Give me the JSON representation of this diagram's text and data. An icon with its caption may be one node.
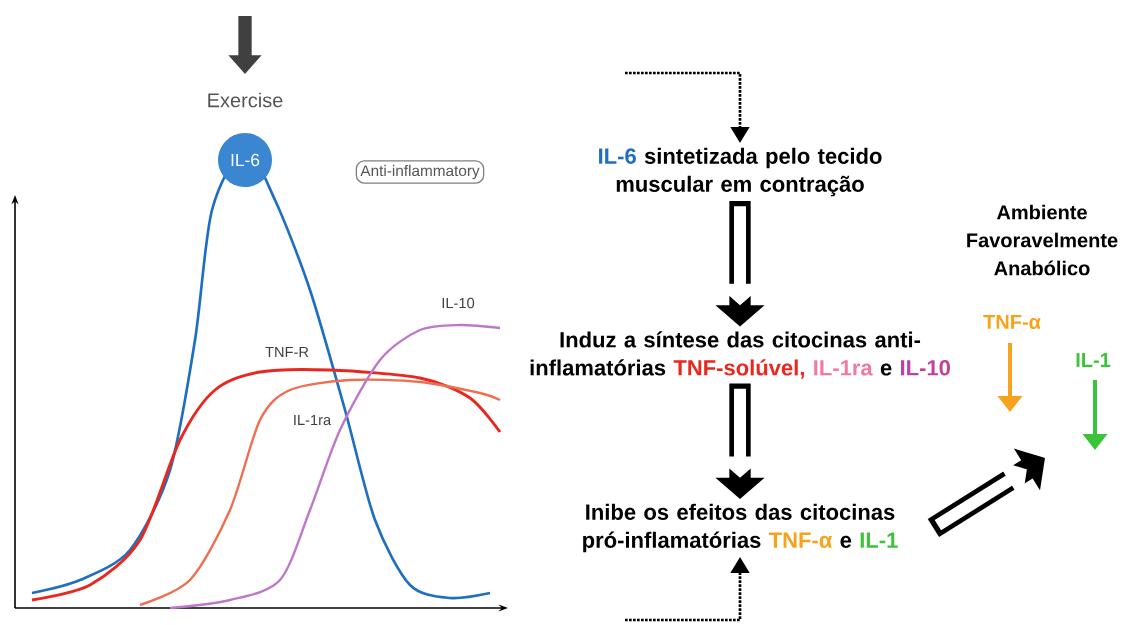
{
  "diagram": {
    "nodes": [
      {
        "text": [
          "Exercise"
        ]
      },
      {
        "text": [
          "IL-6"
        ]
      },
      {
        "text": [
          "Anti-inflammatory"
        ]
      },
      {
        "text": [
          "IL-6",
          "sintetizada pelo tecido muscular em contração"
        ]
      },
      {
        "text": [
          "Induz a síntese das citocinas anti-inflamatórias",
          "TNF-solúvel,",
          "IL-1ra",
          "e",
          "IL-10"
        ]
      },
      {
        "text": [
          "Inibe os efeitos das citocinas pró-inflamatórias",
          "TNF-α",
          "e",
          "IL-1"
        ]
      },
      {
        "text": [
          "Ambiente Favoravelmente Anabólico"
        ]
      },
      {
        "text": [
          "TNF-α"
        ]
      },
      {
        "text": [
          "IL-1"
        ]
      }
    ],
    "edges": [
      {
        "from": null,
        "to": 3,
        "arrow": "to",
        "style": "dashed"
      },
      {
        "from": 3,
        "to": 4,
        "arrow": "to"
      },
      {
        "from": 4,
        "to": 5,
        "arrow": "to"
      },
      {
        "from": null,
        "to": 5,
        "arrow": "to",
        "style": "dashed"
      },
      {
        "from": 5,
        "to": null,
        "arrow": "to"
      }
    ],
    "labels": [
      "TNF-R",
      "IL-1ra",
      "IL-10"
    ]
  }
}
